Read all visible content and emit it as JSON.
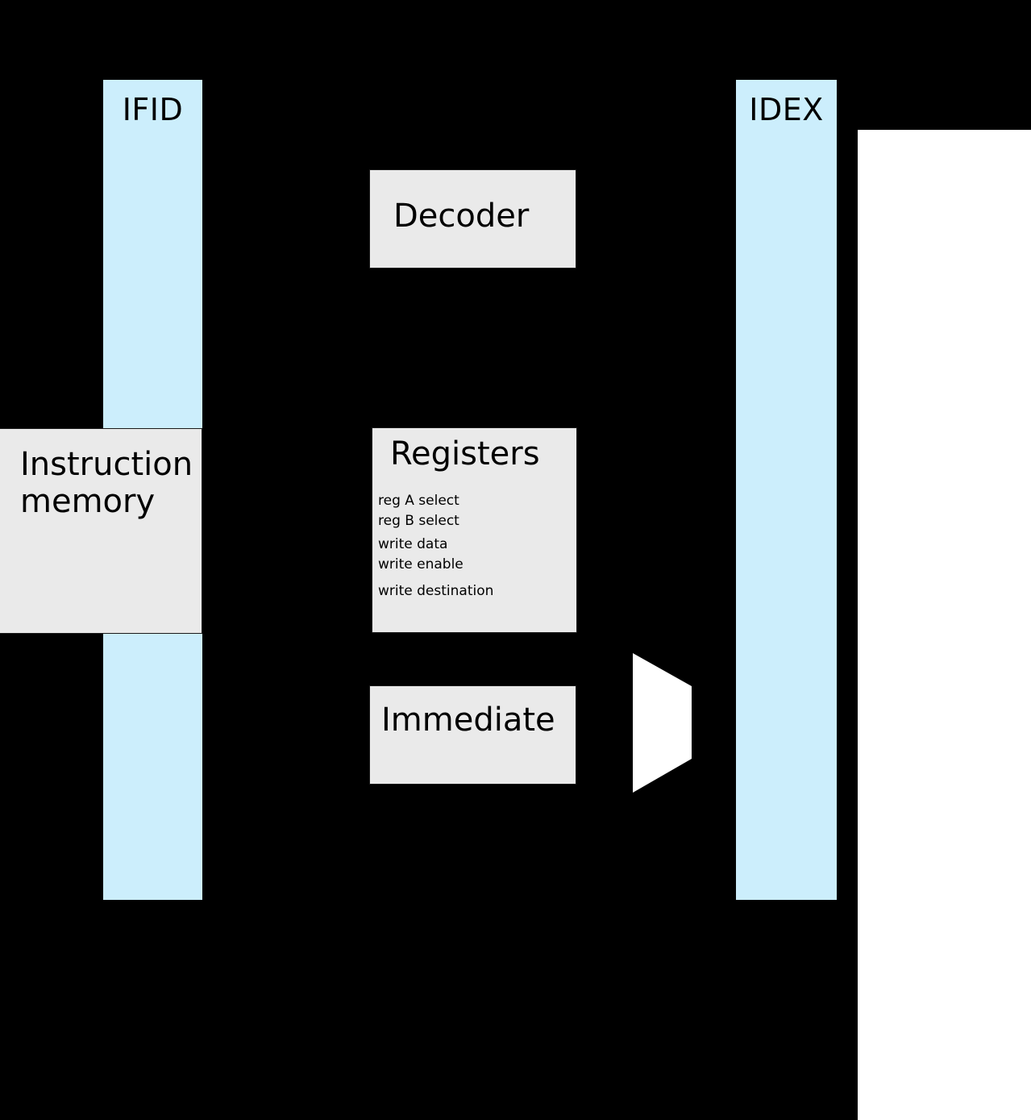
{
  "diagram": {
    "title": "CPU pipeline instruction-decode stage",
    "background_color": "#000000",
    "pipeline_register_color": "#cceefc",
    "unit_color": "#eaeaea",
    "mux_color": "#ffffff",
    "panel_color": "#ffffff"
  },
  "pipeline_registers": [
    {
      "label": "IFID"
    },
    {
      "label": "IDEX"
    }
  ],
  "units": {
    "decoder": {
      "title": "Decoder"
    },
    "instruction_memory": {
      "title": "Instruction\nmemory"
    },
    "registers": {
      "title": "Registers",
      "ports": [
        {
          "label": "reg A select"
        },
        {
          "label": "reg B select"
        },
        {
          "label": "write data"
        },
        {
          "label": "write enable"
        },
        {
          "label": "write destination"
        }
      ]
    },
    "immediate": {
      "title": "Immediate"
    }
  },
  "mux": {
    "name": "operand-multiplexer"
  }
}
